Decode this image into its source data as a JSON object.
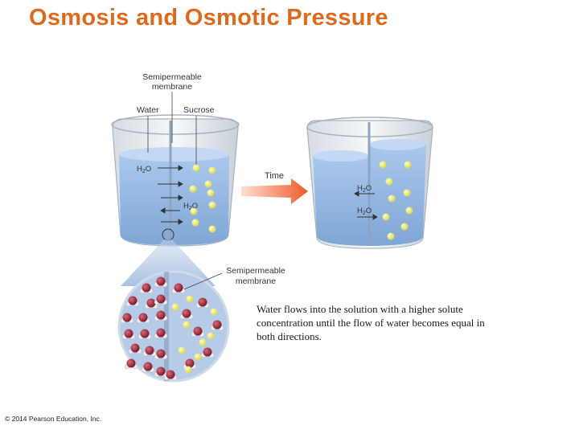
{
  "slide": {
    "title": "Osmosis and Osmotic Pressure",
    "copyright": "© 2014 Pearson Education, Inc."
  },
  "diagram": {
    "labels": {
      "membrane_top_line1": "Semipermeable",
      "membrane_top_line2": "membrane",
      "water": "Water",
      "sucrose": "Sucrose",
      "time": "Time",
      "h2o": "H",
      "h2o_sub": "2",
      "h2o_end": "O",
      "membrane_zoom_line1": "Semipermeable",
      "membrane_zoom_line2": "membrane"
    },
    "caption": "Water flows into the solution with a higher solute concentration until the flow of water becomes equal in both directions."
  },
  "colors": {
    "title": "#dc6a1e",
    "water": "#8fb4e0",
    "sucrose": "#e8e85a",
    "arrow": "#f06a3c"
  }
}
